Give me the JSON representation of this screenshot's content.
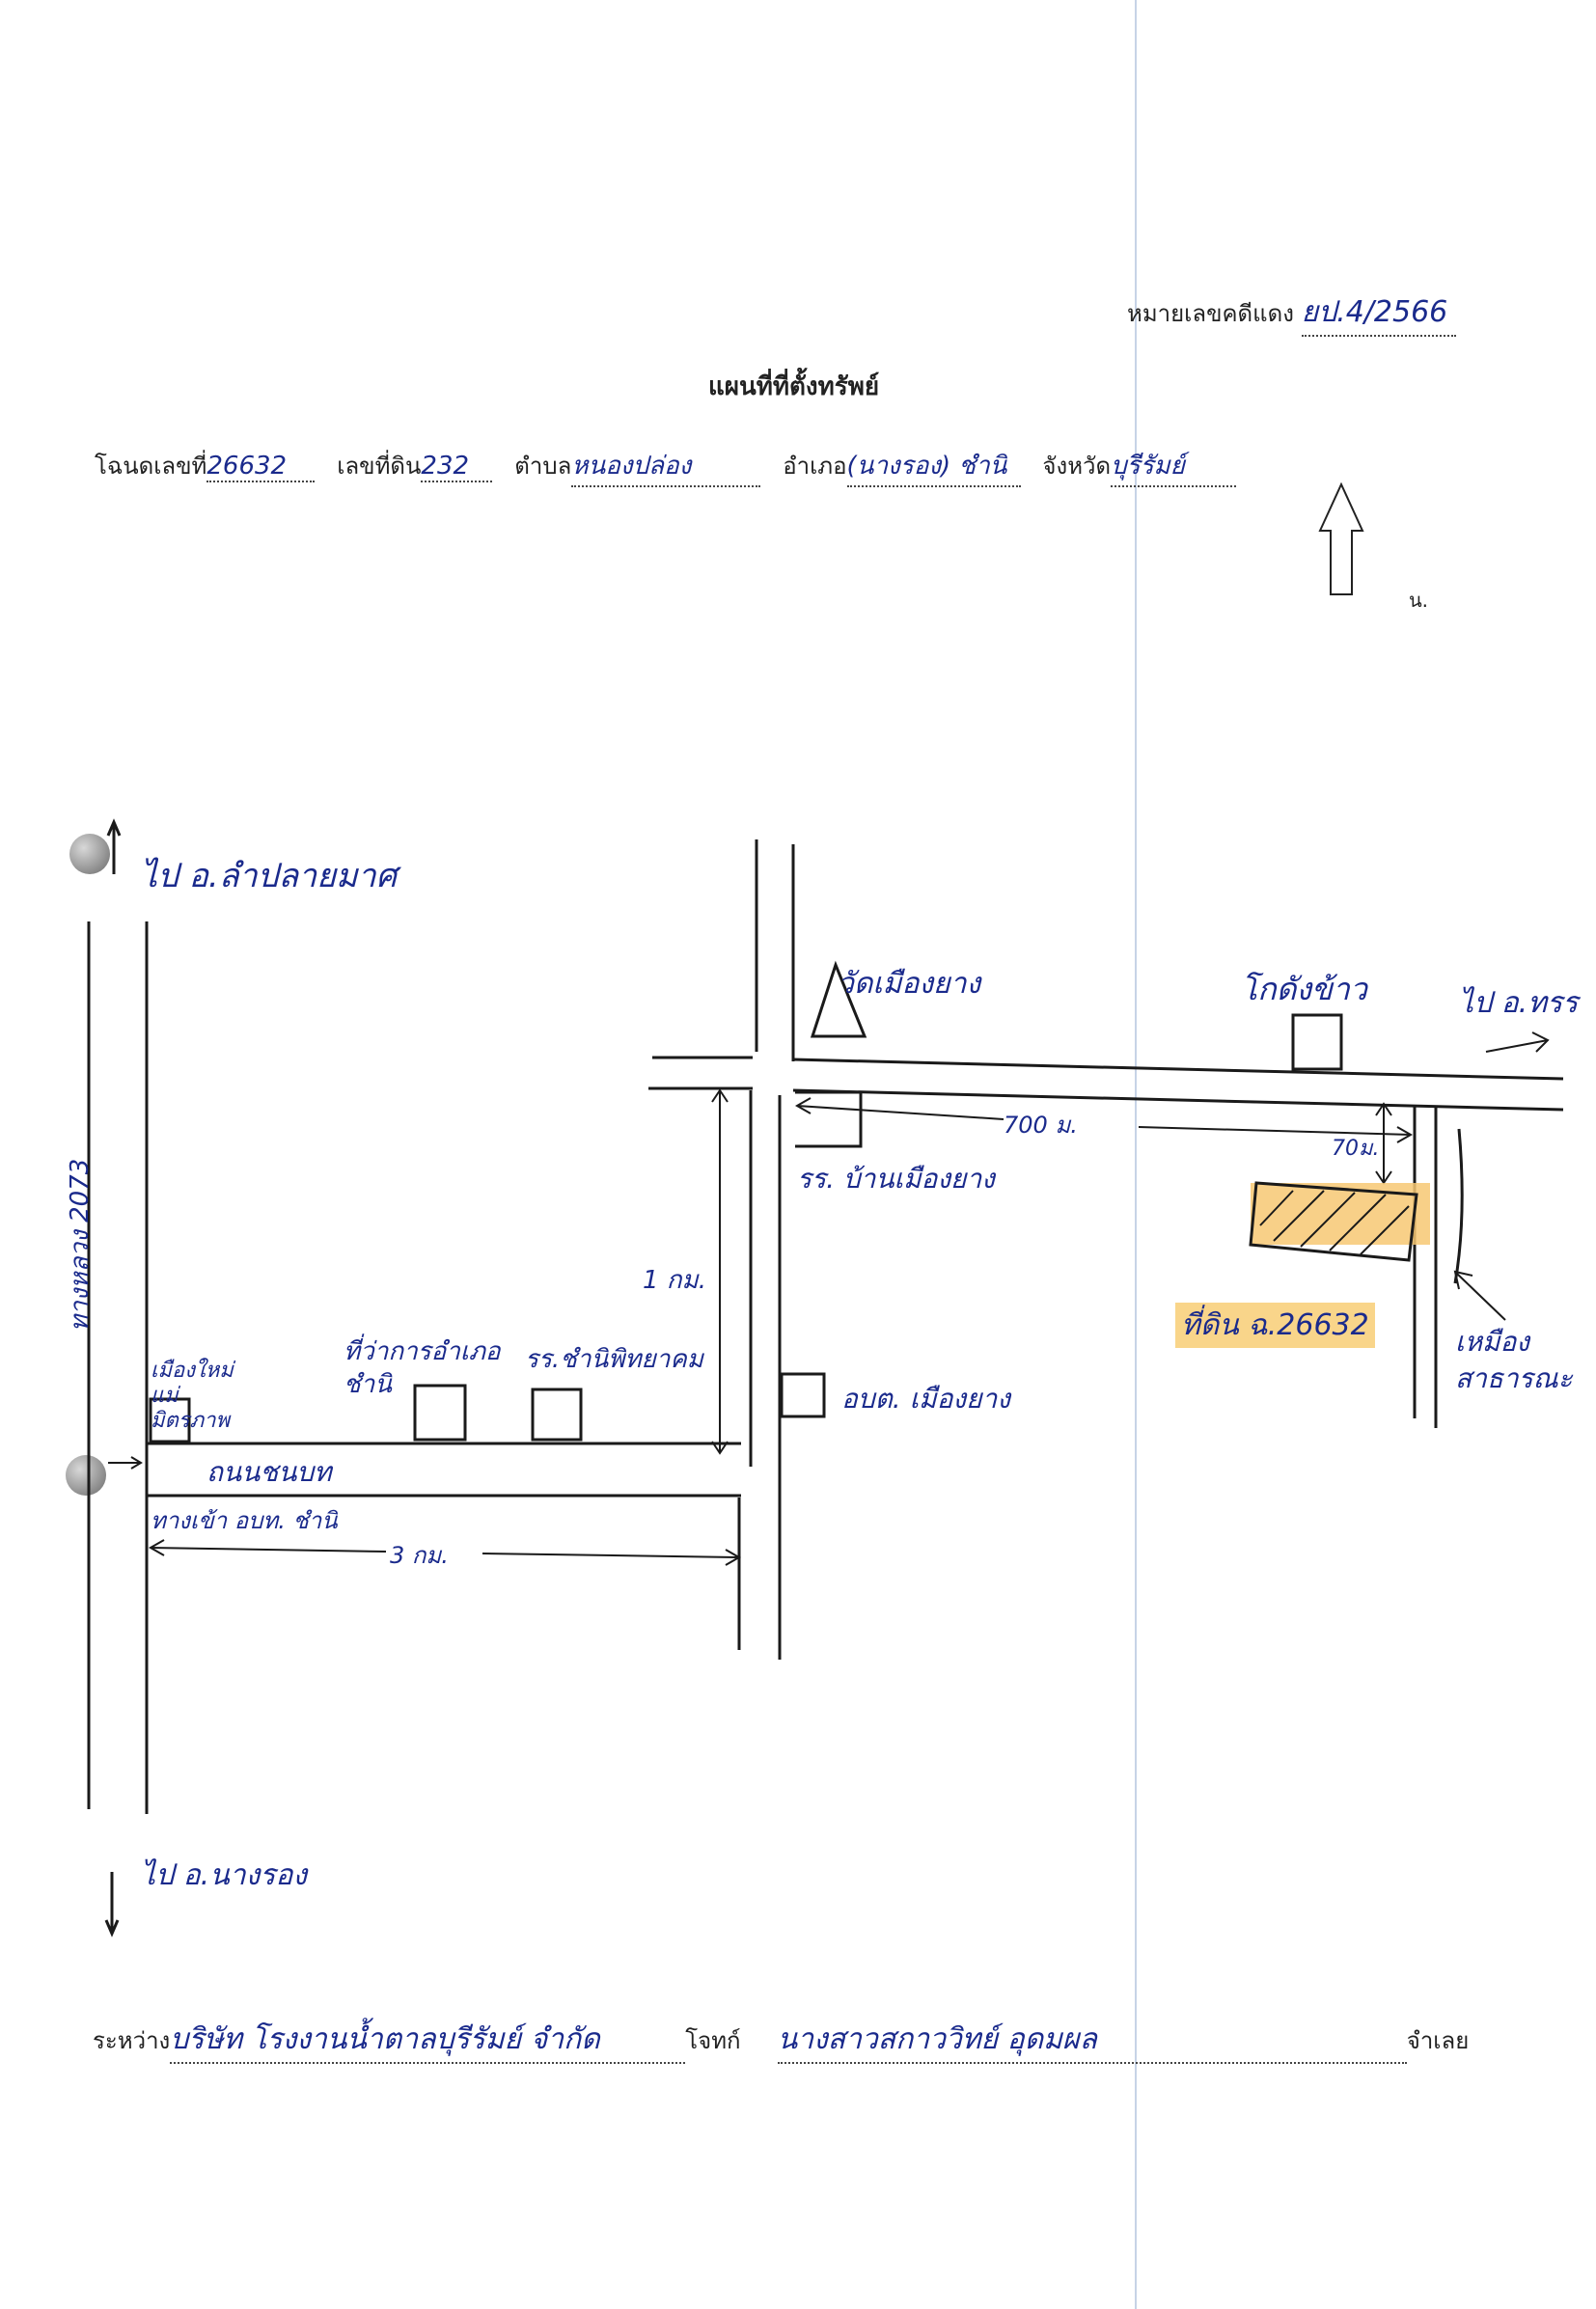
{
  "header": {
    "case_label": "หมายเลขคดีแดง",
    "case_value": "ยป.4/2566",
    "title": "แผนที่ที่ตั้งทรัพย์"
  },
  "fields": {
    "deed_label": "โฉนดเลขที่",
    "deed_value": "26632",
    "parcel_label": "เลขที่ดิน",
    "parcel_value": "232",
    "subdistrict_label": "ตำบล",
    "subdistrict_value": "หนองปล่อง",
    "district_label": "อำเภอ",
    "district_value": "(นางรอง) ชำนิ",
    "province_label": "จังหวัด",
    "province_value": "บุรีรัมย์"
  },
  "north": {
    "label": "น."
  },
  "map": {
    "to_top": "ไป อ.ลำปลายมาศ",
    "to_bottom": "ไป อ.นางรอง",
    "to_right": "ไป อ.ทรร",
    "highway": "ทางหลวง 2073",
    "temple": "วัดเมืองยาง",
    "rice_barn": "โกดังข้าว",
    "distance_700": "700 ม.",
    "distance_70": "70ม.",
    "school": "รร. บ้านเมืองยาง",
    "distance_1km": "1 กม.",
    "plot_label": "ที่ดิน ฉ.26632",
    "canal": "เหมือง สาธารณะ",
    "tao": "อบต. เมืองยาง",
    "chum_market": "เมืองใหม่แม่ มิตรภาพ",
    "district_office": "ที่ว่าการอำเภอ ชำนิ",
    "chamni_school": "รร.ชำนิพิทยาคม",
    "road_name": "ถนนชนบท",
    "junction": "ทางเข้า อบท. ชำนิ",
    "distance_3km": "3 กม."
  },
  "footer": {
    "between_label": "ระหว่าง",
    "plaintiff": "บริษัท โรงงานน้ำตาลบุรีรัมย์ จำกัด",
    "plaintiff_label": "โจทก์",
    "defendant": "นางสาวสกาววิทย์ อุดมผล",
    "defendant_label": "จำเลย"
  }
}
